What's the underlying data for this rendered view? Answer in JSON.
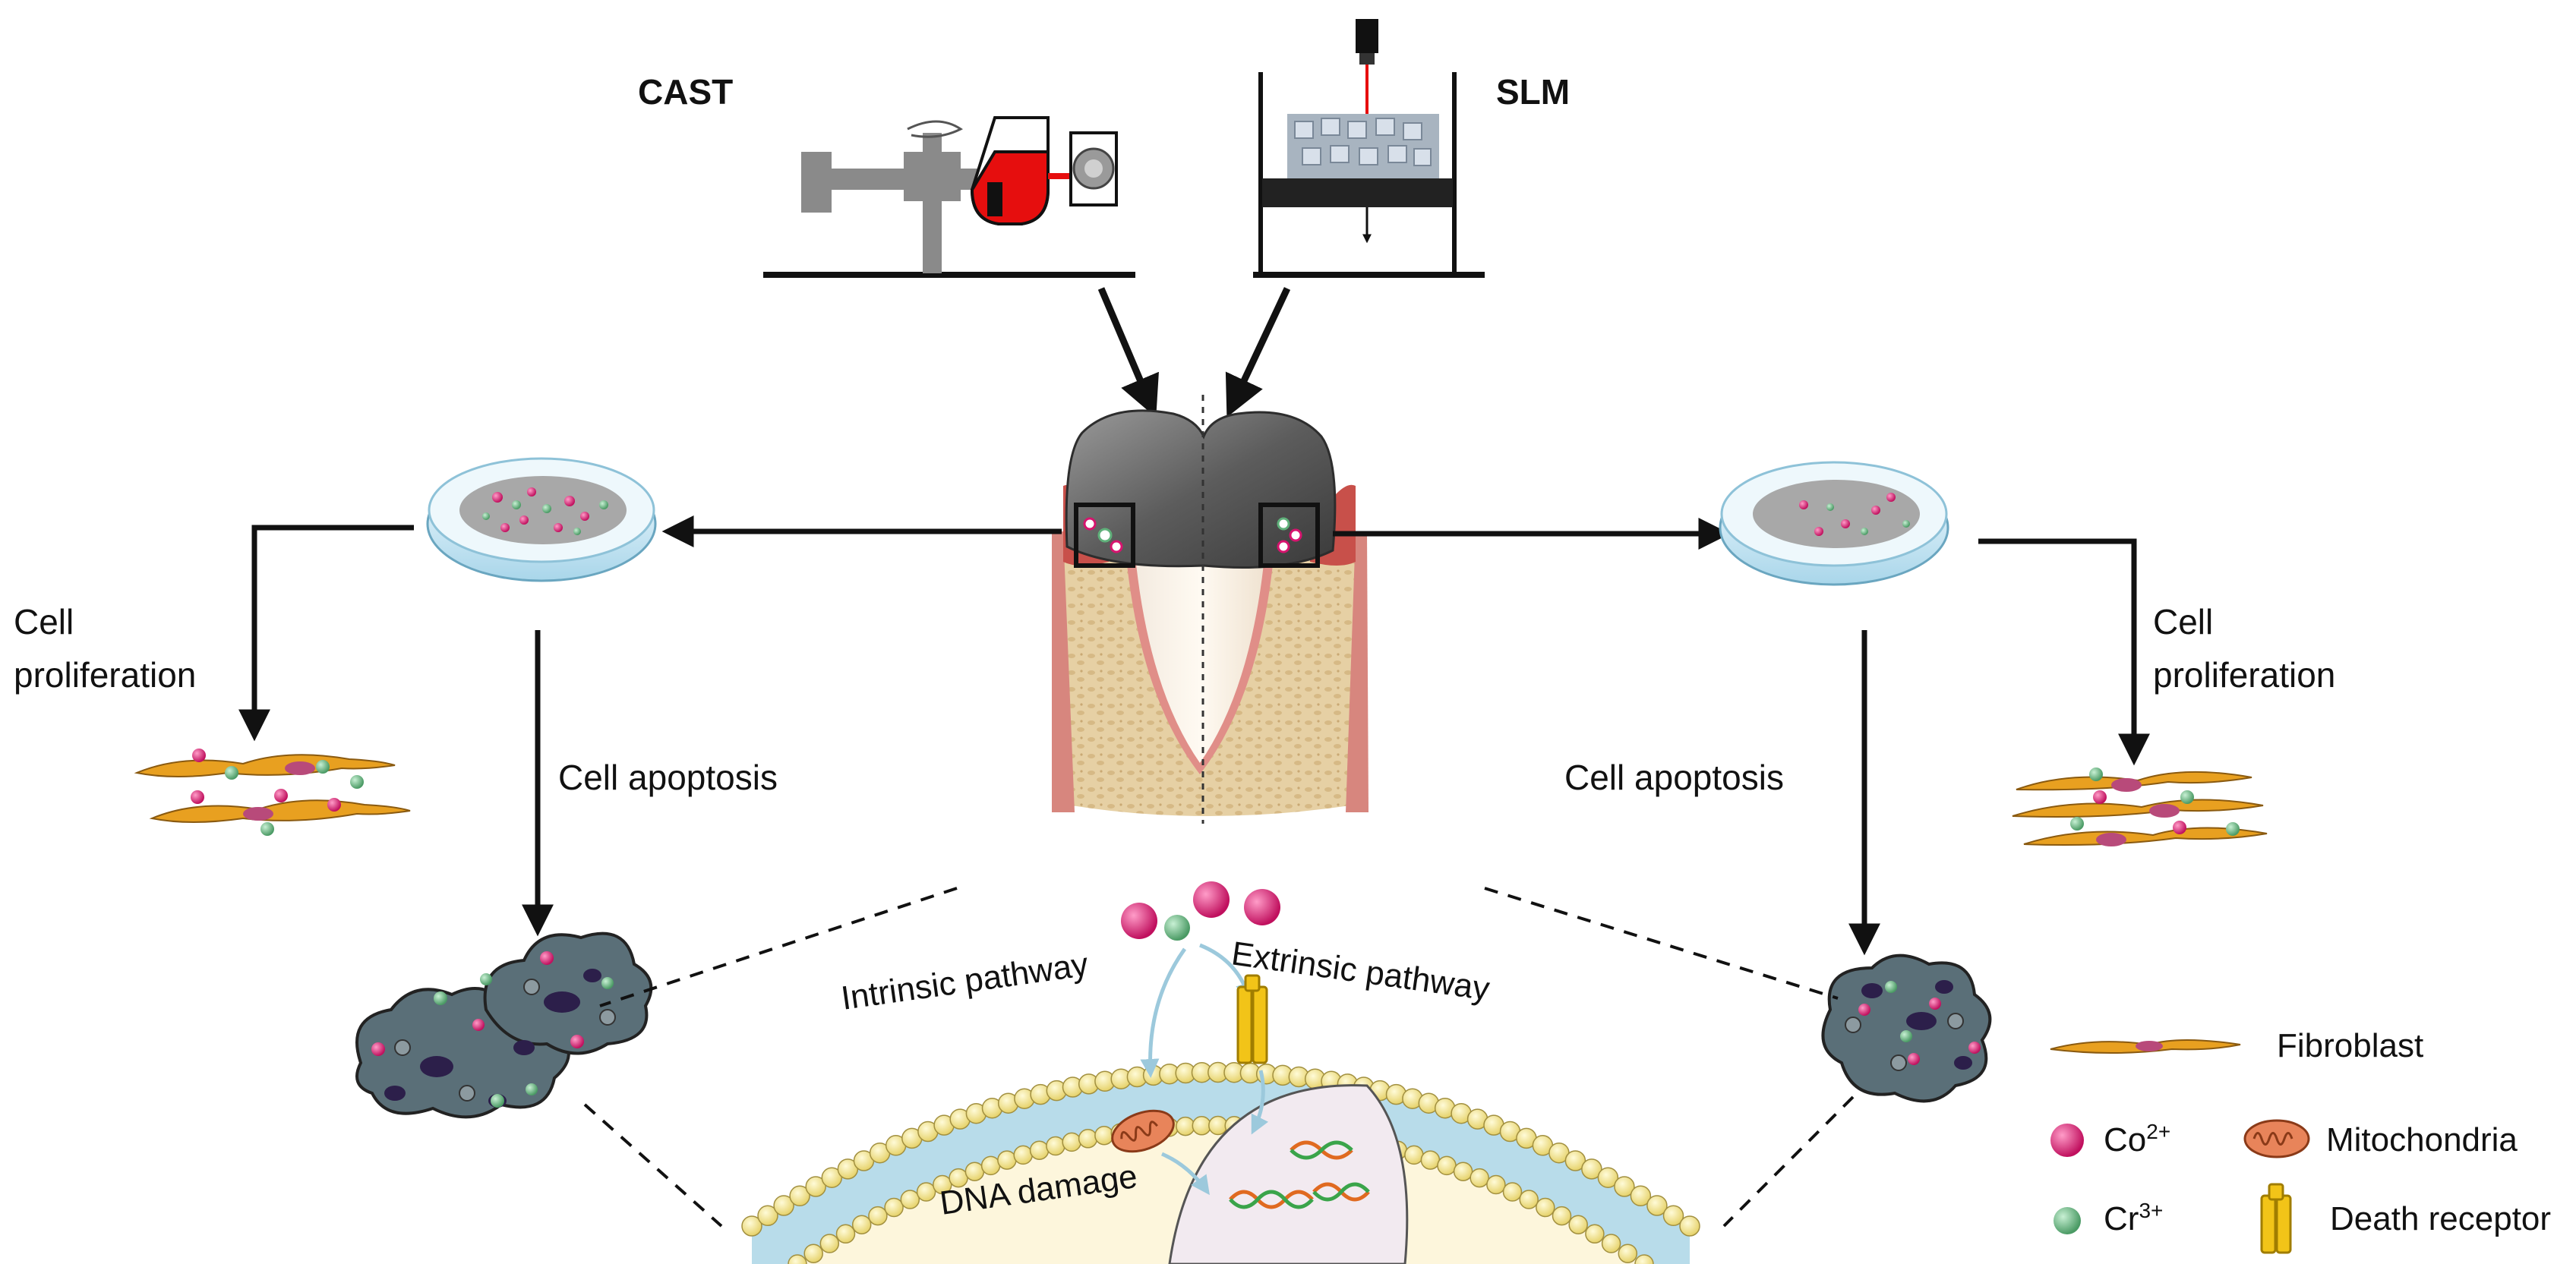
{
  "labels": {
    "cast": "CAST",
    "slm": "SLM",
    "cell_proliferation_left": [
      "Cell",
      "proliferation"
    ],
    "cell_apoptosis_left": "Cell apoptosis",
    "cell_proliferation_right": [
      "Cell",
      "proliferation"
    ],
    "cell_apoptosis_right": "Cell apoptosis",
    "intrinsic_pathway": "Intrinsic pathway",
    "extrinsic_pathway": "Extrinsic pathway",
    "dna_damage": "DNA damage"
  },
  "legend": {
    "fibroblast": "Fibroblast",
    "co": "Co",
    "co_sup": "2+",
    "cr": "Cr",
    "cr_sup": "3+",
    "mitochondria": "Mitochondria",
    "death_receptor": "Death receptor"
  },
  "colors": {
    "co_ion": "#d6146e",
    "cr_ion": "#5fb07a",
    "fibroblast": "#e8a020",
    "dish": "#cfe8f3",
    "gingiva": "#c8504a",
    "bone": "#e4cfa2",
    "crown": "#6c6c6c",
    "membrane_head": "#f6e88c",
    "membrane_tail": "#b8dcea",
    "receptor": "#f2c418",
    "cell_body": "#5a6f78"
  }
}
